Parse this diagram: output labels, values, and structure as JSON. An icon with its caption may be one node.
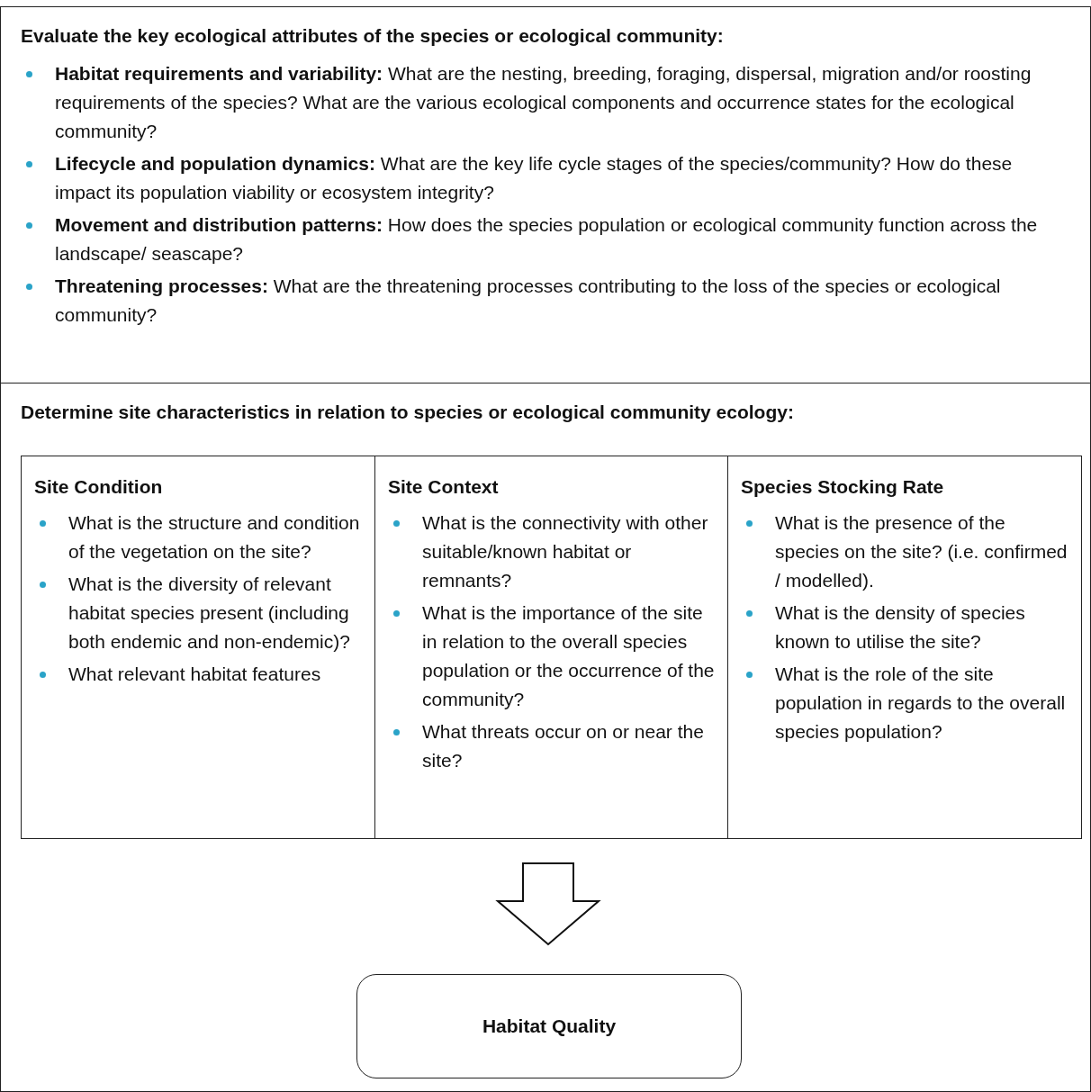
{
  "diagram": {
    "nodes": [
      {
        "text": [
          "Evaluate the key ecological attributes of the species or ecological community:",
          "**Habitat requirements and variability:** What are the nesting, breeding, foraging, dispersal, migration and/or roosting requirements of the species? What are the various ecological components and occurrence states for the ecological community?",
          "**Lifecycle and population dynamics:** What are the key life cycle stages of the species/community? How do these impact its population viability or ecosystem integrity?",
          "**Movement and distribution patterns:** How does the species population or ecological community function across the landscape/ seascape?",
          "**Threatening processes:** What are the threatening processes contributing to the loss of the species or ecological community?"
        ]
      },
      {
        "text": [
          "Determine site characteristics in relation to species or ecological community ecology:"
        ]
      },
      {
        "text": [
          "Site Condition",
          "What is the structure and condition of the vegetation on the site?",
          "What is the diversity of relevant habitat species present (including both endemic and non-endemic)?",
          "What relevant habitat features"
        ],
        "in": 1
      },
      {
        "text": [
          "Site Context",
          "What is the connectivity with other suitable/known habitat or remnants?",
          "What is the importance of the site in relation to the overall species population or the occurrence of the community?",
          "What threats occur on or near the site?"
        ],
        "in": 1
      },
      {
        "text": [
          "Species Stocking Rate",
          "What is the presence of the species on the site? (i.e. confirmed / modelled).",
          "What is the density of species known to utilise the site?",
          "What is the role of the site population in regards to the overall species population?"
        ],
        "in": 1
      },
      {
        "text": [
          "Habitat Quality"
        ],
        "in": 1
      }
    ],
    "edges": [
      {
        "from": 3,
        "to": 5,
        "arrow": "to"
      }
    ]
  }
}
